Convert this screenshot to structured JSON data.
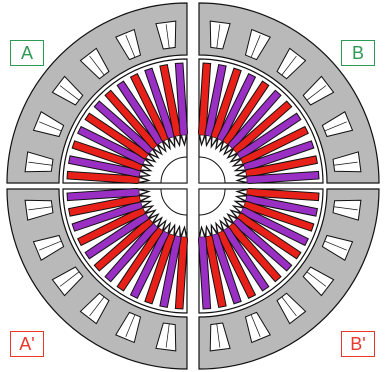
{
  "quadrants": [
    {
      "id": "A",
      "label": "A",
      "label_color": "#2e9a55"
    },
    {
      "id": "B",
      "label": "B",
      "label_color": "#2e9a55"
    },
    {
      "id": "A2",
      "label": "A'",
      "label_color": "#e8372c"
    },
    {
      "id": "B2",
      "label": "B'",
      "label_color": "#e8372c"
    }
  ],
  "colors": {
    "stator": "#b9b9b9",
    "slot": "#ffffff",
    "coil_red": "#e8201a",
    "coil_purple": "#9a2fc4",
    "outline": "#111111",
    "background": "#ffffff"
  },
  "stator": {
    "slots_per_quadrant": 6
  },
  "rotor": {
    "bars_per_quadrant": 12,
    "bar_color_pattern": [
      "coil_red",
      "coil_purple"
    ]
  }
}
